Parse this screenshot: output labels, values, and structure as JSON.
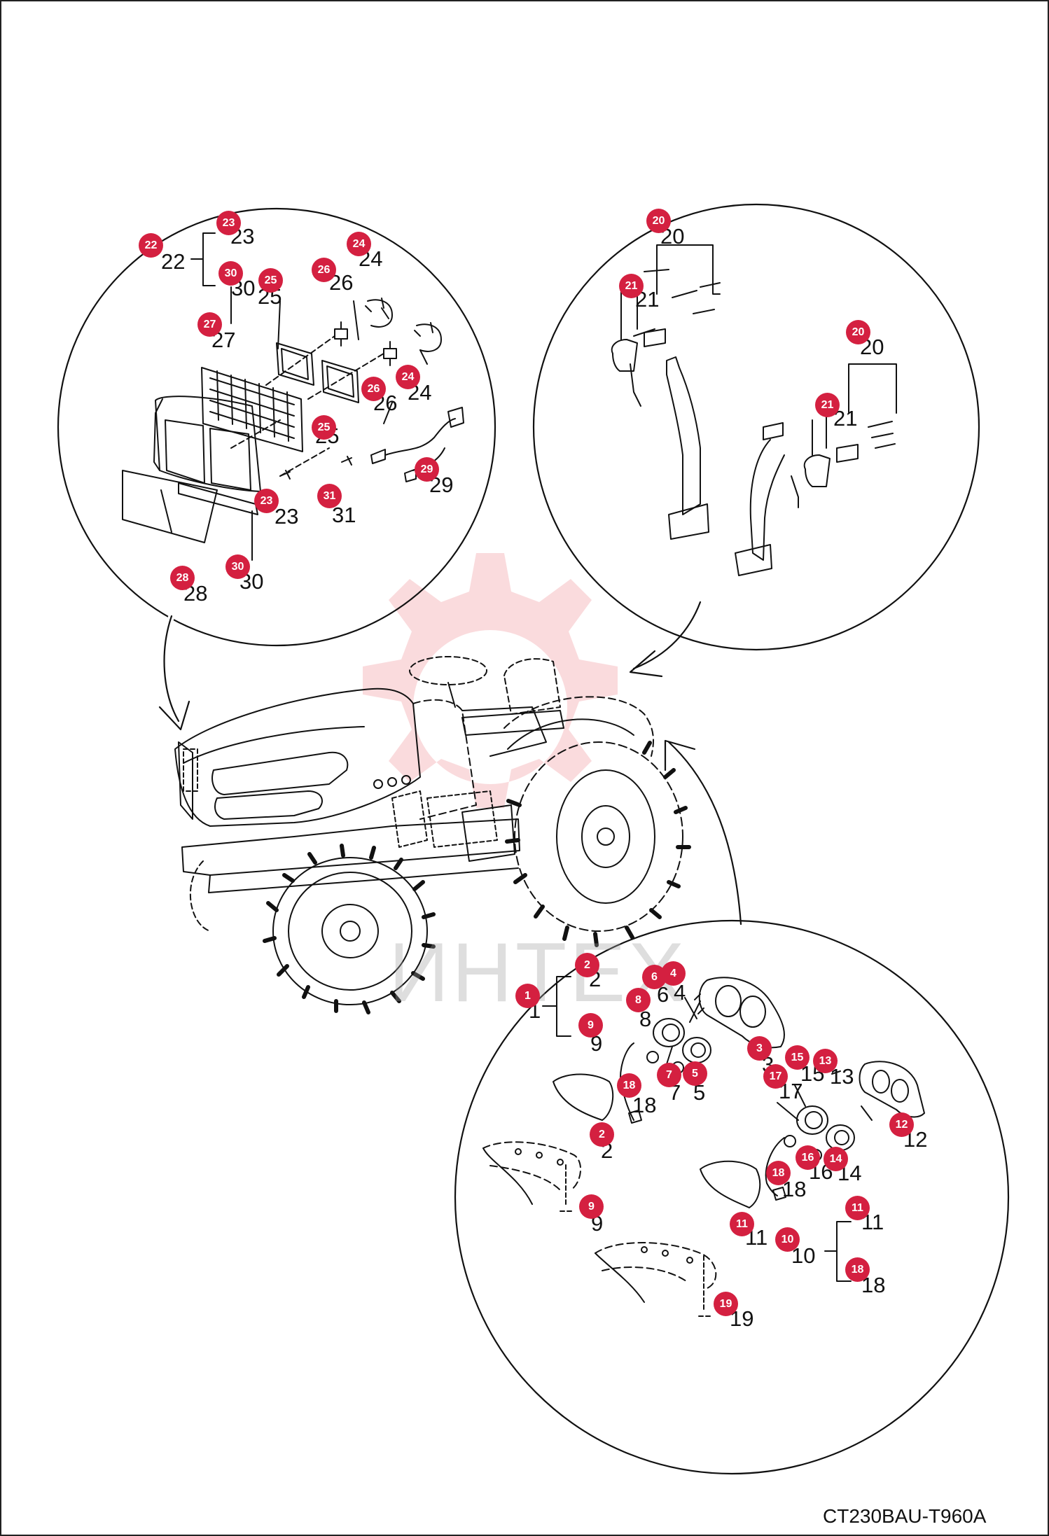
{
  "diagram_code": "CT230BAU-T960A",
  "watermark_text": "ИНТЕХ",
  "accent_color": "#d42040",
  "callouts": [
    {
      "badge": "22",
      "label": "22"
    },
    {
      "badge": "23",
      "label": "23"
    },
    {
      "badge": "30",
      "label": "30"
    },
    {
      "badge": "24",
      "label": "24"
    },
    {
      "badge": "26",
      "label": "26"
    },
    {
      "badge": "25",
      "label": "25"
    },
    {
      "badge": "27",
      "label": "27"
    },
    {
      "badge": "26",
      "label": "26"
    },
    {
      "badge": "24",
      "label": "24"
    },
    {
      "badge": "25",
      "label": "25"
    },
    {
      "badge": "29",
      "label": "29"
    },
    {
      "badge": "23",
      "label": "23"
    },
    {
      "badge": "31",
      "label": "31"
    },
    {
      "badge": "28",
      "label": "28"
    },
    {
      "badge": "30",
      "label": "30"
    },
    {
      "badge": "20",
      "label": "20"
    },
    {
      "badge": "21",
      "label": "21"
    },
    {
      "badge": "20",
      "label": "20"
    },
    {
      "badge": "21",
      "label": "21"
    },
    {
      "badge": "2",
      "label": "2"
    },
    {
      "badge": "1",
      "label": "1"
    },
    {
      "badge": "9",
      "label": "9"
    },
    {
      "badge": "6",
      "label": "6"
    },
    {
      "badge": "4",
      "label": "4"
    },
    {
      "badge": "8",
      "label": "8"
    },
    {
      "badge": "3",
      "label": "3"
    },
    {
      "badge": "15",
      "label": "15"
    },
    {
      "badge": "13",
      "label": "13"
    },
    {
      "badge": "17",
      "label": "17"
    },
    {
      "badge": "18",
      "label": "18"
    },
    {
      "badge": "7",
      "label": "7"
    },
    {
      "badge": "5",
      "label": "5"
    },
    {
      "badge": "2",
      "label": "2"
    },
    {
      "badge": "12",
      "label": "12"
    },
    {
      "badge": "16",
      "label": "16"
    },
    {
      "badge": "14",
      "label": "14"
    },
    {
      "badge": "18",
      "label": "18"
    },
    {
      "badge": "9",
      "label": "9"
    },
    {
      "badge": "11",
      "label": "11"
    },
    {
      "badge": "11",
      "label": "11"
    },
    {
      "badge": "10",
      "label": "10"
    },
    {
      "badge": "18",
      "label": "18"
    },
    {
      "badge": "19",
      "label": "19"
    }
  ]
}
